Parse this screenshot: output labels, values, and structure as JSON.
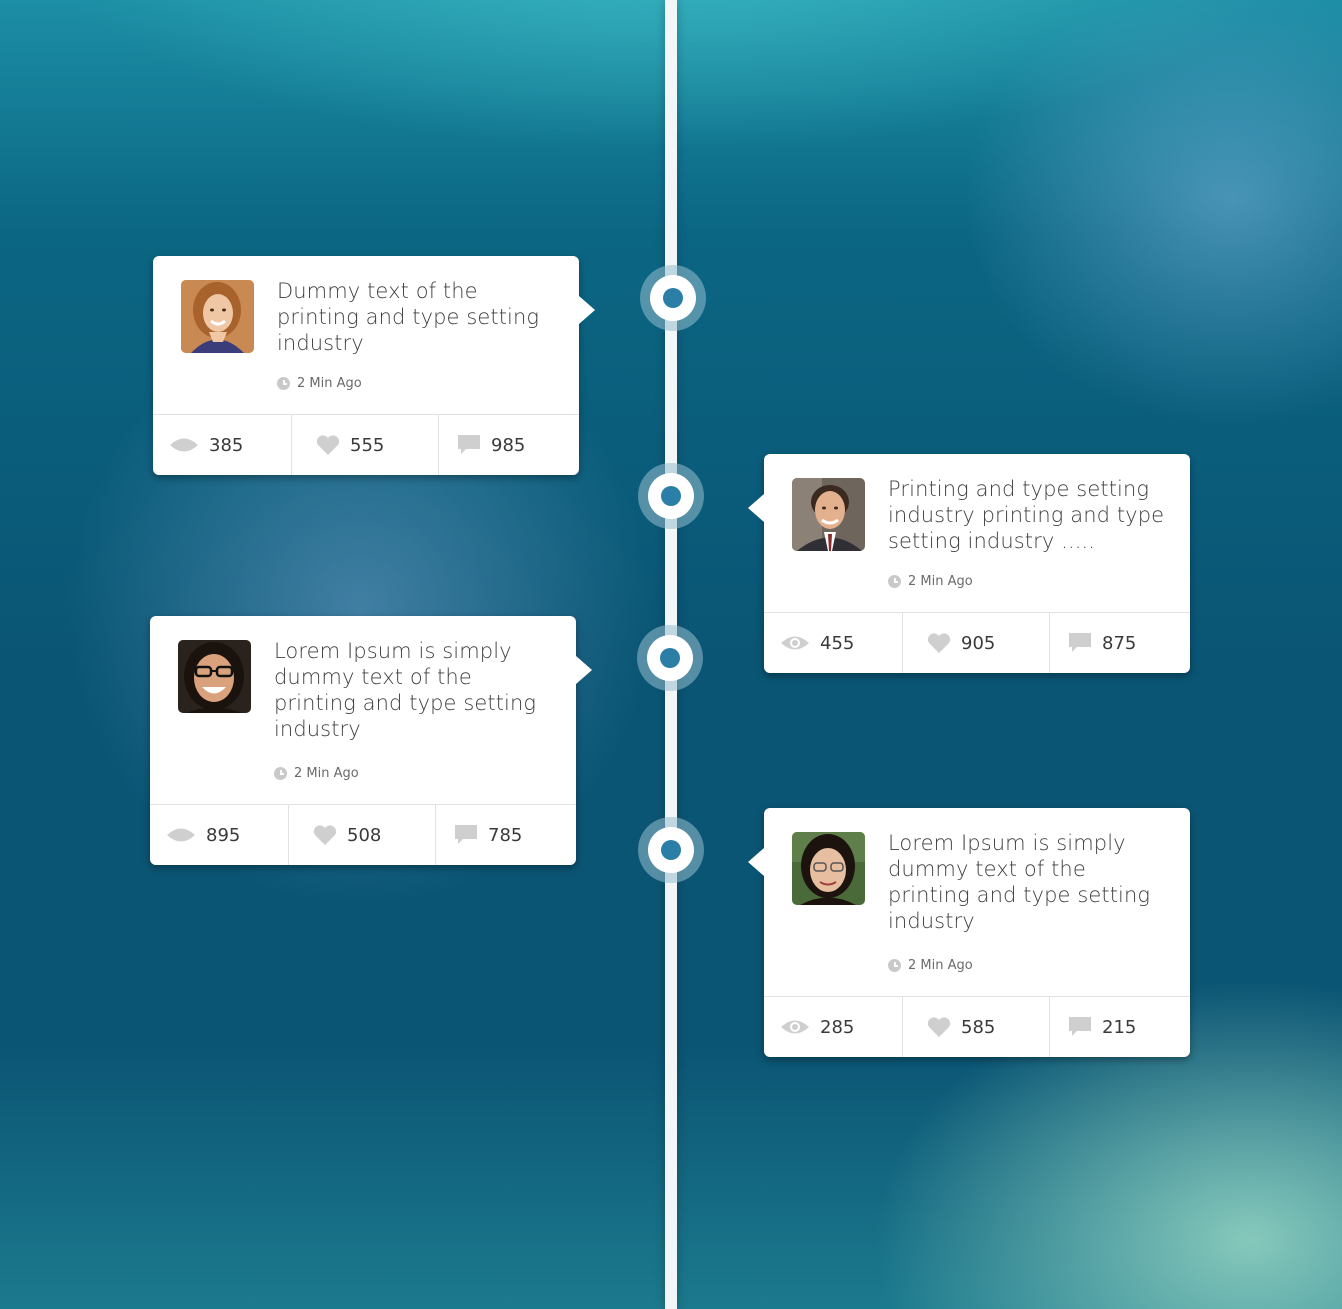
{
  "colors": {
    "background": "#0a5574",
    "timeline_line": "#f2f6f8",
    "node_dot": "#2b7fa6",
    "card": "#ffffff",
    "icon_gray": "#c9c9c9"
  },
  "posts": [
    {
      "side": "left",
      "title": "Dummy text of the printing and type setting industry",
      "time": "2 Min Ago",
      "views": "385",
      "likes": "555",
      "comments": "985",
      "avatar_icon": "woman-blonde-avatar"
    },
    {
      "side": "right",
      "title": "Printing and type setting industry printing and type setting industry .....",
      "time": "2 Min Ago",
      "views": "455",
      "likes": "905",
      "comments": "875",
      "avatar_icon": "man-suit-avatar"
    },
    {
      "side": "left",
      "title": "Lorem Ipsum is simply dummy text of the printing and type setting industry",
      "time": "2 Min Ago",
      "views": "895",
      "likes": "508",
      "comments": "785",
      "avatar_icon": "woman-glasses-avatar"
    },
    {
      "side": "right",
      "title": "Lorem Ipsum is simply dummy text of the printing and type setting industry",
      "time": "2 Min Ago",
      "views": "285",
      "likes": "585",
      "comments": "215",
      "avatar_icon": "woman-dark-hair-avatar"
    }
  ]
}
